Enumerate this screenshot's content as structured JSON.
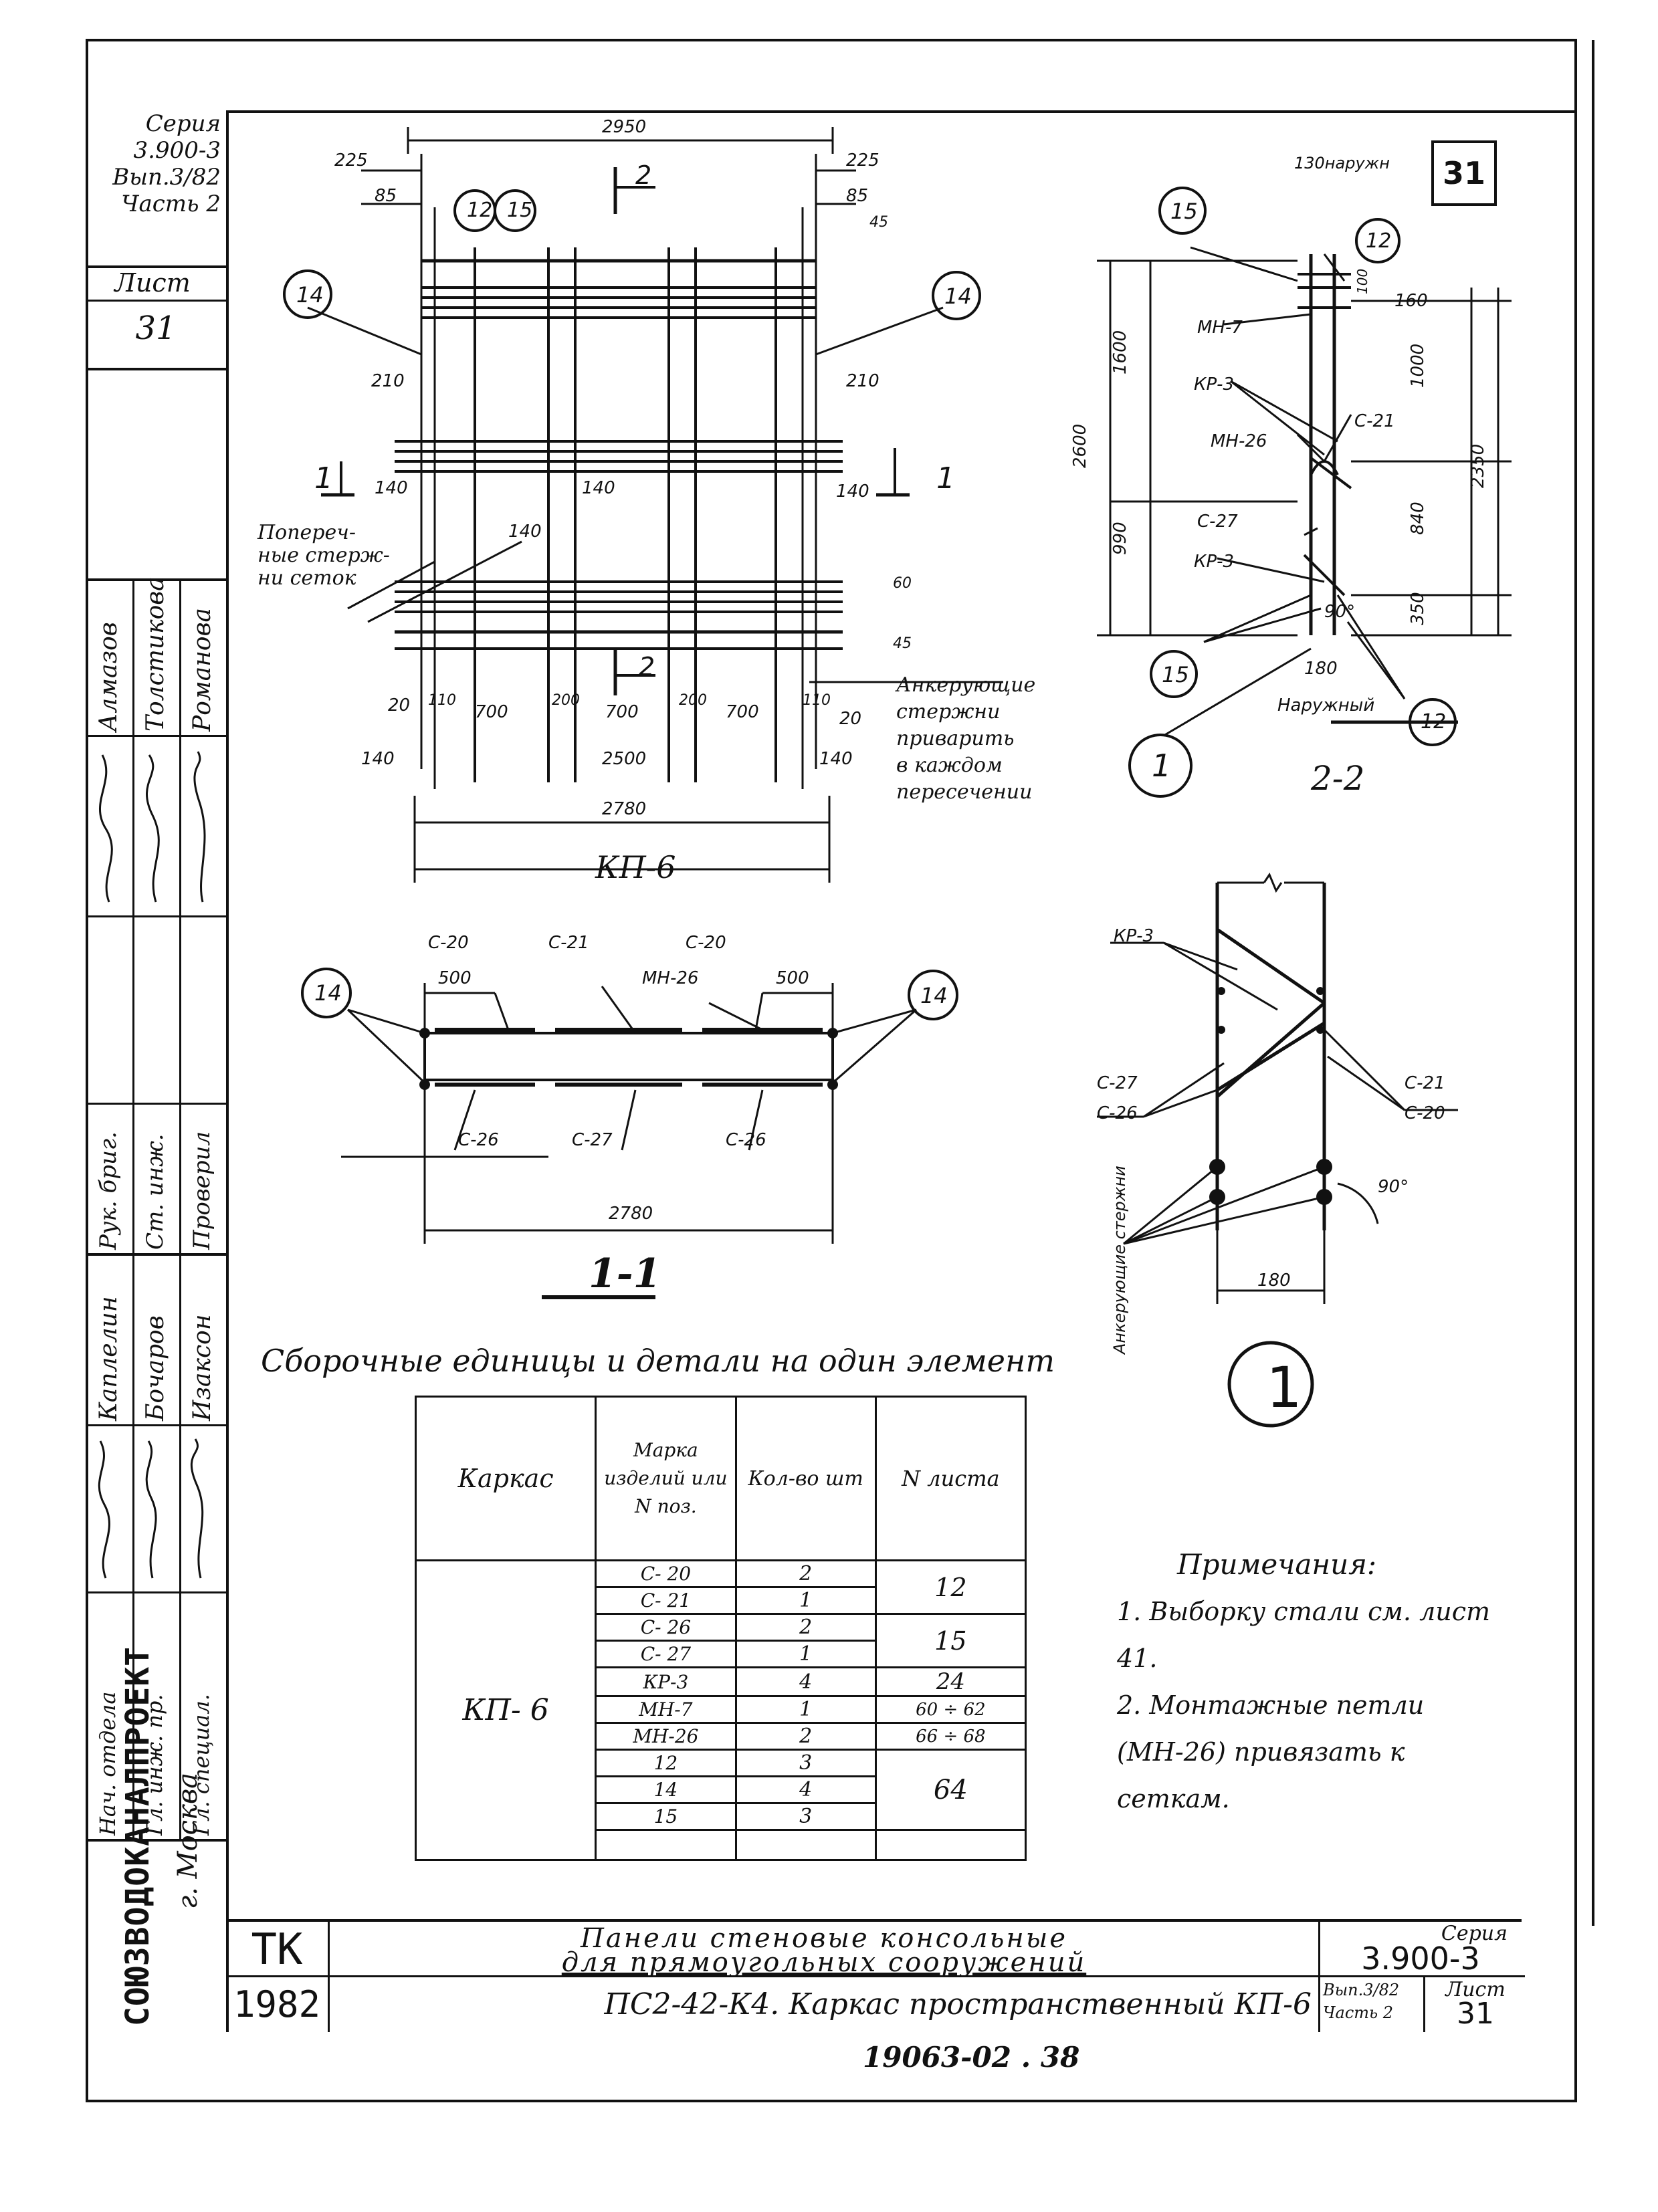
{
  "sheet_stamp": "31",
  "stamp_side": {
    "series_label": "Серия",
    "series_value": "3.900-3",
    "issue": "Вып.3/82",
    "part": "Часть 2",
    "sheet_label": "Лист",
    "sheet_value": "31"
  },
  "side_names": {
    "col1": [
      "Алмазов",
      "Толстикова",
      "Романова"
    ],
    "roles1": [
      "Рук. бриг.",
      "Ст. инж.",
      "Проверил"
    ],
    "col2": [
      "Каплелин",
      "Бочаров",
      "Изаксон"
    ],
    "roles2": [
      "Нач. отдела",
      "Гл. инж. пр.",
      "Гл. специал."
    ]
  },
  "org": {
    "name": "СОЮЗВОДОКАНАЛПРОЕКТ",
    "city": "г. Москва"
  },
  "drawing_kp6": {
    "dims_top": [
      "2950",
      "225",
      "225",
      "85",
      "85",
      "45"
    ],
    "dims_side": [
      "210",
      "210",
      "140",
      "140",
      "140",
      "140",
      "60",
      "45"
    ],
    "dims_bottom": [
      "20",
      "110",
      "700",
      "200",
      "700",
      "200",
      "700",
      "110",
      "20",
      "140",
      "2500",
      "140",
      "2780"
    ],
    "callouts": [
      "12",
      "15",
      "14",
      "14"
    ],
    "section_marks": [
      "2",
      "1",
      "1",
      "2"
    ],
    "note_left": [
      "Попереч-",
      "ные стерж-",
      "ни сеток"
    ],
    "note_right": [
      "Анкерующие",
      "стержни",
      "приварить",
      "в каждом",
      "пересечении"
    ],
    "caption": "КП-6"
  },
  "drawing_section_2_2": {
    "labels": [
      "130наружн",
      "160",
      "МН-7",
      "КР-3",
      "С-21",
      "МН-26",
      "С-27",
      "КР-3",
      "180",
      "Наружный",
      "90°"
    ],
    "dims": [
      "1600",
      "1000",
      "2600",
      "2350",
      "990",
      "840",
      "350",
      "100"
    ],
    "callouts": [
      "15",
      "12",
      "15",
      "12",
      "1"
    ],
    "caption": "2-2"
  },
  "drawing_section_1_1": {
    "top_labels": [
      "С-20",
      "С-21",
      "С-20",
      "МН-26"
    ],
    "dims": [
      "500",
      "500",
      "2780"
    ],
    "bottom_labels": [
      "С-26",
      "С-27",
      "С-26"
    ],
    "callouts": [
      "14",
      "14"
    ],
    "caption": "1-1"
  },
  "drawing_detail_1": {
    "labels": [
      "КР-3",
      "С-27",
      "С-26",
      "С-21",
      "С-20",
      "Анкерующие стержни",
      "90°",
      "180"
    ],
    "caption": "1"
  },
  "spec_table": {
    "title": "Сборочные единицы и детали на один элемент",
    "headers": [
      "Каркас",
      "Марка изделий или N поз.",
      "Кол-во шт",
      "N листа"
    ],
    "frame": "КП- 6",
    "rows": [
      {
        "mark": "С- 20",
        "qty": "2"
      },
      {
        "mark": "С- 21",
        "qty": "1"
      },
      {
        "mark": "С- 26",
        "qty": "2"
      },
      {
        "mark": "С- 27",
        "qty": "1"
      },
      {
        "mark": "КР-3",
        "qty": "4"
      },
      {
        "mark": "МН-7",
        "qty": "1"
      },
      {
        "mark": "МН-26",
        "qty": "2"
      },
      {
        "mark": "12",
        "qty": "3"
      },
      {
        "mark": "14",
        "qty": "4"
      },
      {
        "mark": "15",
        "qty": "3"
      }
    ],
    "sheets": [
      "12",
      "15",
      "24",
      "60 ÷ 62",
      "66 ÷ 68",
      "64"
    ]
  },
  "notes": {
    "title": "Примечания:",
    "items": [
      "1. Выборку стали см. лист 41.",
      "2. Монтажные петли (МН-26) привязать к сеткам."
    ]
  },
  "title_block": {
    "tk": "ТК",
    "year": "1982",
    "title_line1": "Панели стеновые консольные",
    "title_line2": "для прямоугольных сооружений",
    "subtitle": "ПС2-42-К4. Каркас пространственный КП-6",
    "series_label": "Серия",
    "series_value": "3.900-3",
    "issue": "Вып.3/82",
    "part": "Часть 2",
    "sheet_label": "Лист",
    "sheet_value": "31"
  },
  "footer_code": "19063-02 . 38"
}
